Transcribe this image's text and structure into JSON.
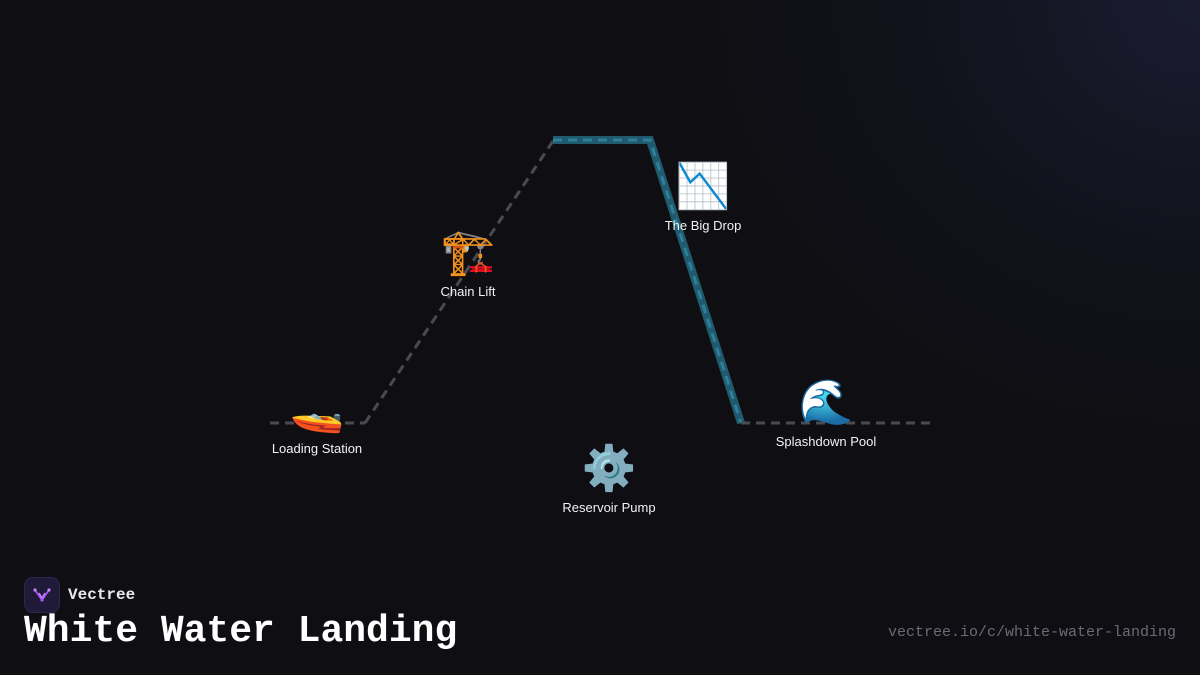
{
  "diagram": {
    "nodes": [
      {
        "id": "loading",
        "label": "Loading Station",
        "icon": "speedboat-icon",
        "glyph": "🚤"
      },
      {
        "id": "chain",
        "label": "Chain Lift",
        "icon": "crane-icon",
        "glyph": "🏗️"
      },
      {
        "id": "drop",
        "label": "The Big Drop",
        "icon": "chart-decreasing-icon",
        "glyph": "📉"
      },
      {
        "id": "splash",
        "label": "Splashdown Pool",
        "icon": "water-wave-icon",
        "glyph": "🌊"
      },
      {
        "id": "pump",
        "label": "Reservoir Pump",
        "icon": "gear-icon",
        "glyph": "⚙️"
      }
    ],
    "colors": {
      "background": "#0f0f13",
      "track_gray": "#4a4a52",
      "track_teal": "#1f5a6e",
      "track_teal_dash": "#2f7f96"
    }
  },
  "brand": {
    "name": "Vectree",
    "color": "#a855f7"
  },
  "title": "White Water Landing",
  "url": "vectree.io/c/white-water-landing"
}
